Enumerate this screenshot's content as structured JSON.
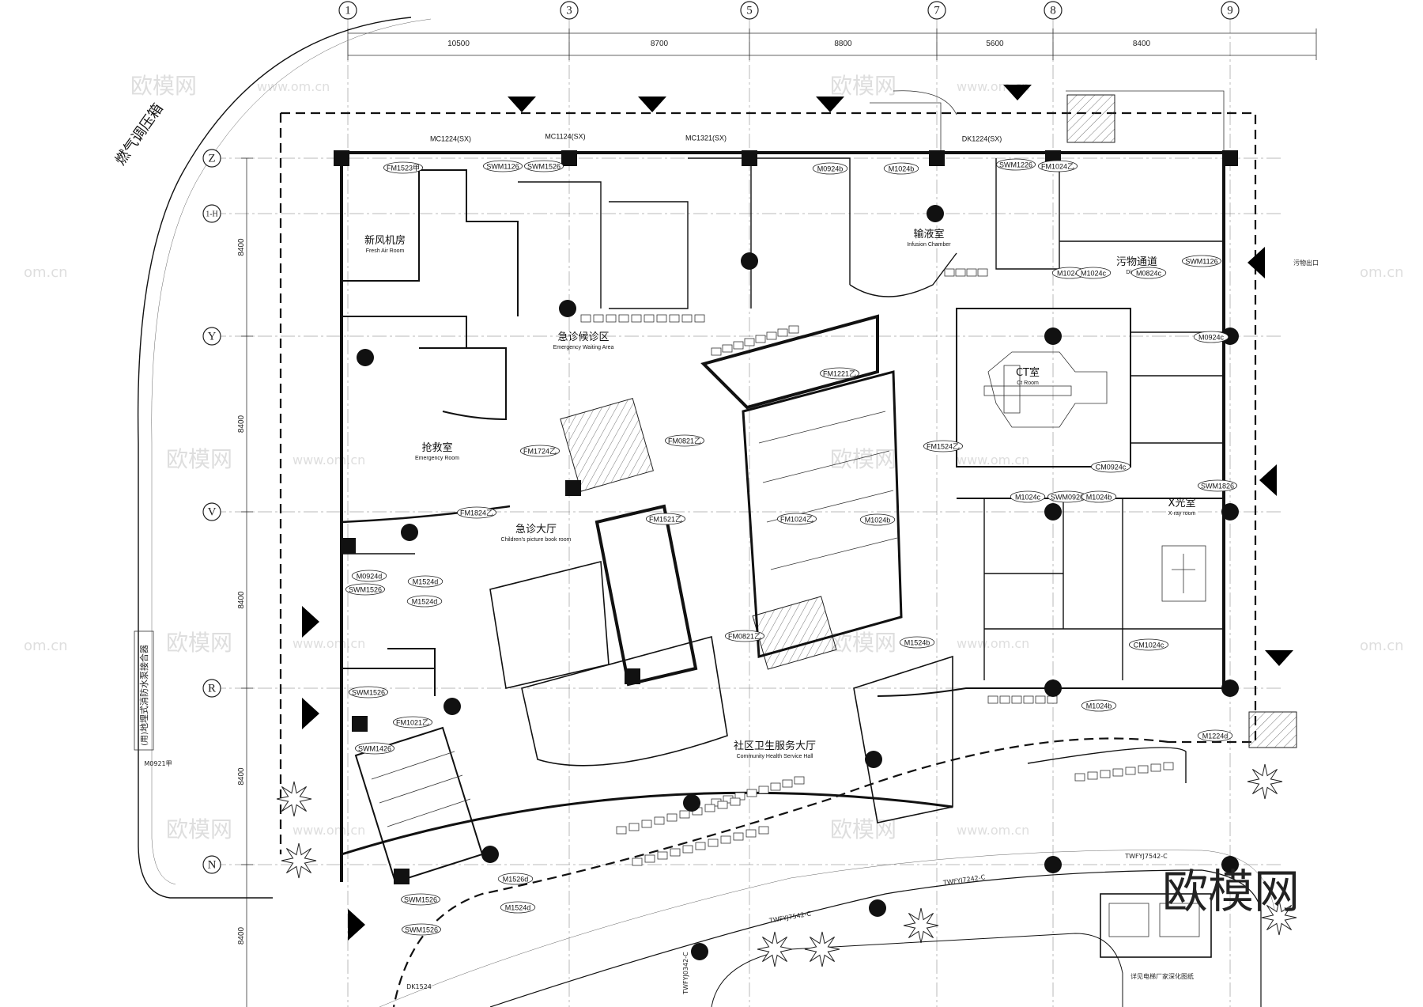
{
  "grid": {
    "columns": [
      "1",
      "3",
      "5",
      "7",
      "8",
      "9"
    ],
    "rows": [
      "Z",
      "1-H",
      "Y",
      "V",
      "R",
      "N"
    ],
    "top_dimensions": [
      "10500",
      "8700",
      "8800",
      "5600",
      "8400"
    ],
    "side_dimensions": [
      "8400",
      "8400",
      "8400",
      "8400",
      "8400"
    ]
  },
  "rooms": [
    {
      "id": "fresh-air",
      "cn": "新风机房",
      "en": "Fresh Air Room"
    },
    {
      "id": "emergency-waiting",
      "cn": "急诊候诊区",
      "en": "Emergency Waiting Area"
    },
    {
      "id": "infusion",
      "cn": "输液室",
      "en": "Infusion Chamber"
    },
    {
      "id": "dirt-path",
      "cn": "污物通道",
      "en": "Dirt Path"
    },
    {
      "id": "ct-room",
      "cn": "CT室",
      "en": "Ct Room"
    },
    {
      "id": "emergency-room",
      "cn": "抢救室",
      "en": "Emergency Room"
    },
    {
      "id": "emergency-hall",
      "cn": "急诊大厅",
      "en": "Children's picture book room"
    },
    {
      "id": "xray",
      "cn": "X光室",
      "en": "X-ray room"
    },
    {
      "id": "community-hall",
      "cn": "社区卫生服务大厅",
      "en": "Community Health Service Hall"
    }
  ],
  "door_tags": [
    "FM1523甲",
    "SWM1126",
    "SWM1526",
    "M0924b",
    "M1024b",
    "FM1024乙",
    "SWM1226",
    "M1024c",
    "M0824c",
    "SWM1126",
    "FM1221乙",
    "FM0821乙",
    "FM1724乙",
    "FM1824乙",
    "FM1524乙",
    "M1524d",
    "SWM1526",
    "FM1521乙",
    "FM1024乙",
    "M1024b",
    "FM0821乙",
    "M1524b",
    "CM1024c",
    "M1224d",
    "SWM1526",
    "FM1021乙",
    "SWM1426",
    "M1526d",
    "SWM1526",
    "M1524d",
    "SWM1526",
    "M0924c",
    "M1024c",
    "CM0924c",
    "SWM1826",
    "SWM0926",
    "M1024b",
    "M1024c",
    "M1024b",
    "M0924d",
    "M1524d"
  ],
  "window_tags": [
    "MC1224(SX)",
    "MC1124(SX)",
    "MC1321(SX)",
    "DK1224(SX)"
  ],
  "misc_labels": {
    "gas_box": "燃气调压箱",
    "fire_pump": "地埋式消防水泵接合器",
    "fire_pump_prefix": "(用)",
    "elevator_note": "详见电梯厂家深化图纸",
    "dirt_exit": "污物出口",
    "m0921": "M0921甲",
    "dk1524": "DK1524",
    "twf1": "TWFYJ7542-C",
    "twf2": "TWFYJ7242-C",
    "twf3": "TWFYJ7542-C",
    "tw_side": "TWFYJ0342-C"
  },
  "watermark": {
    "small": "欧模网",
    "url": "www.om.cn",
    "big": "欧模网",
    "edge": "om.cn"
  }
}
